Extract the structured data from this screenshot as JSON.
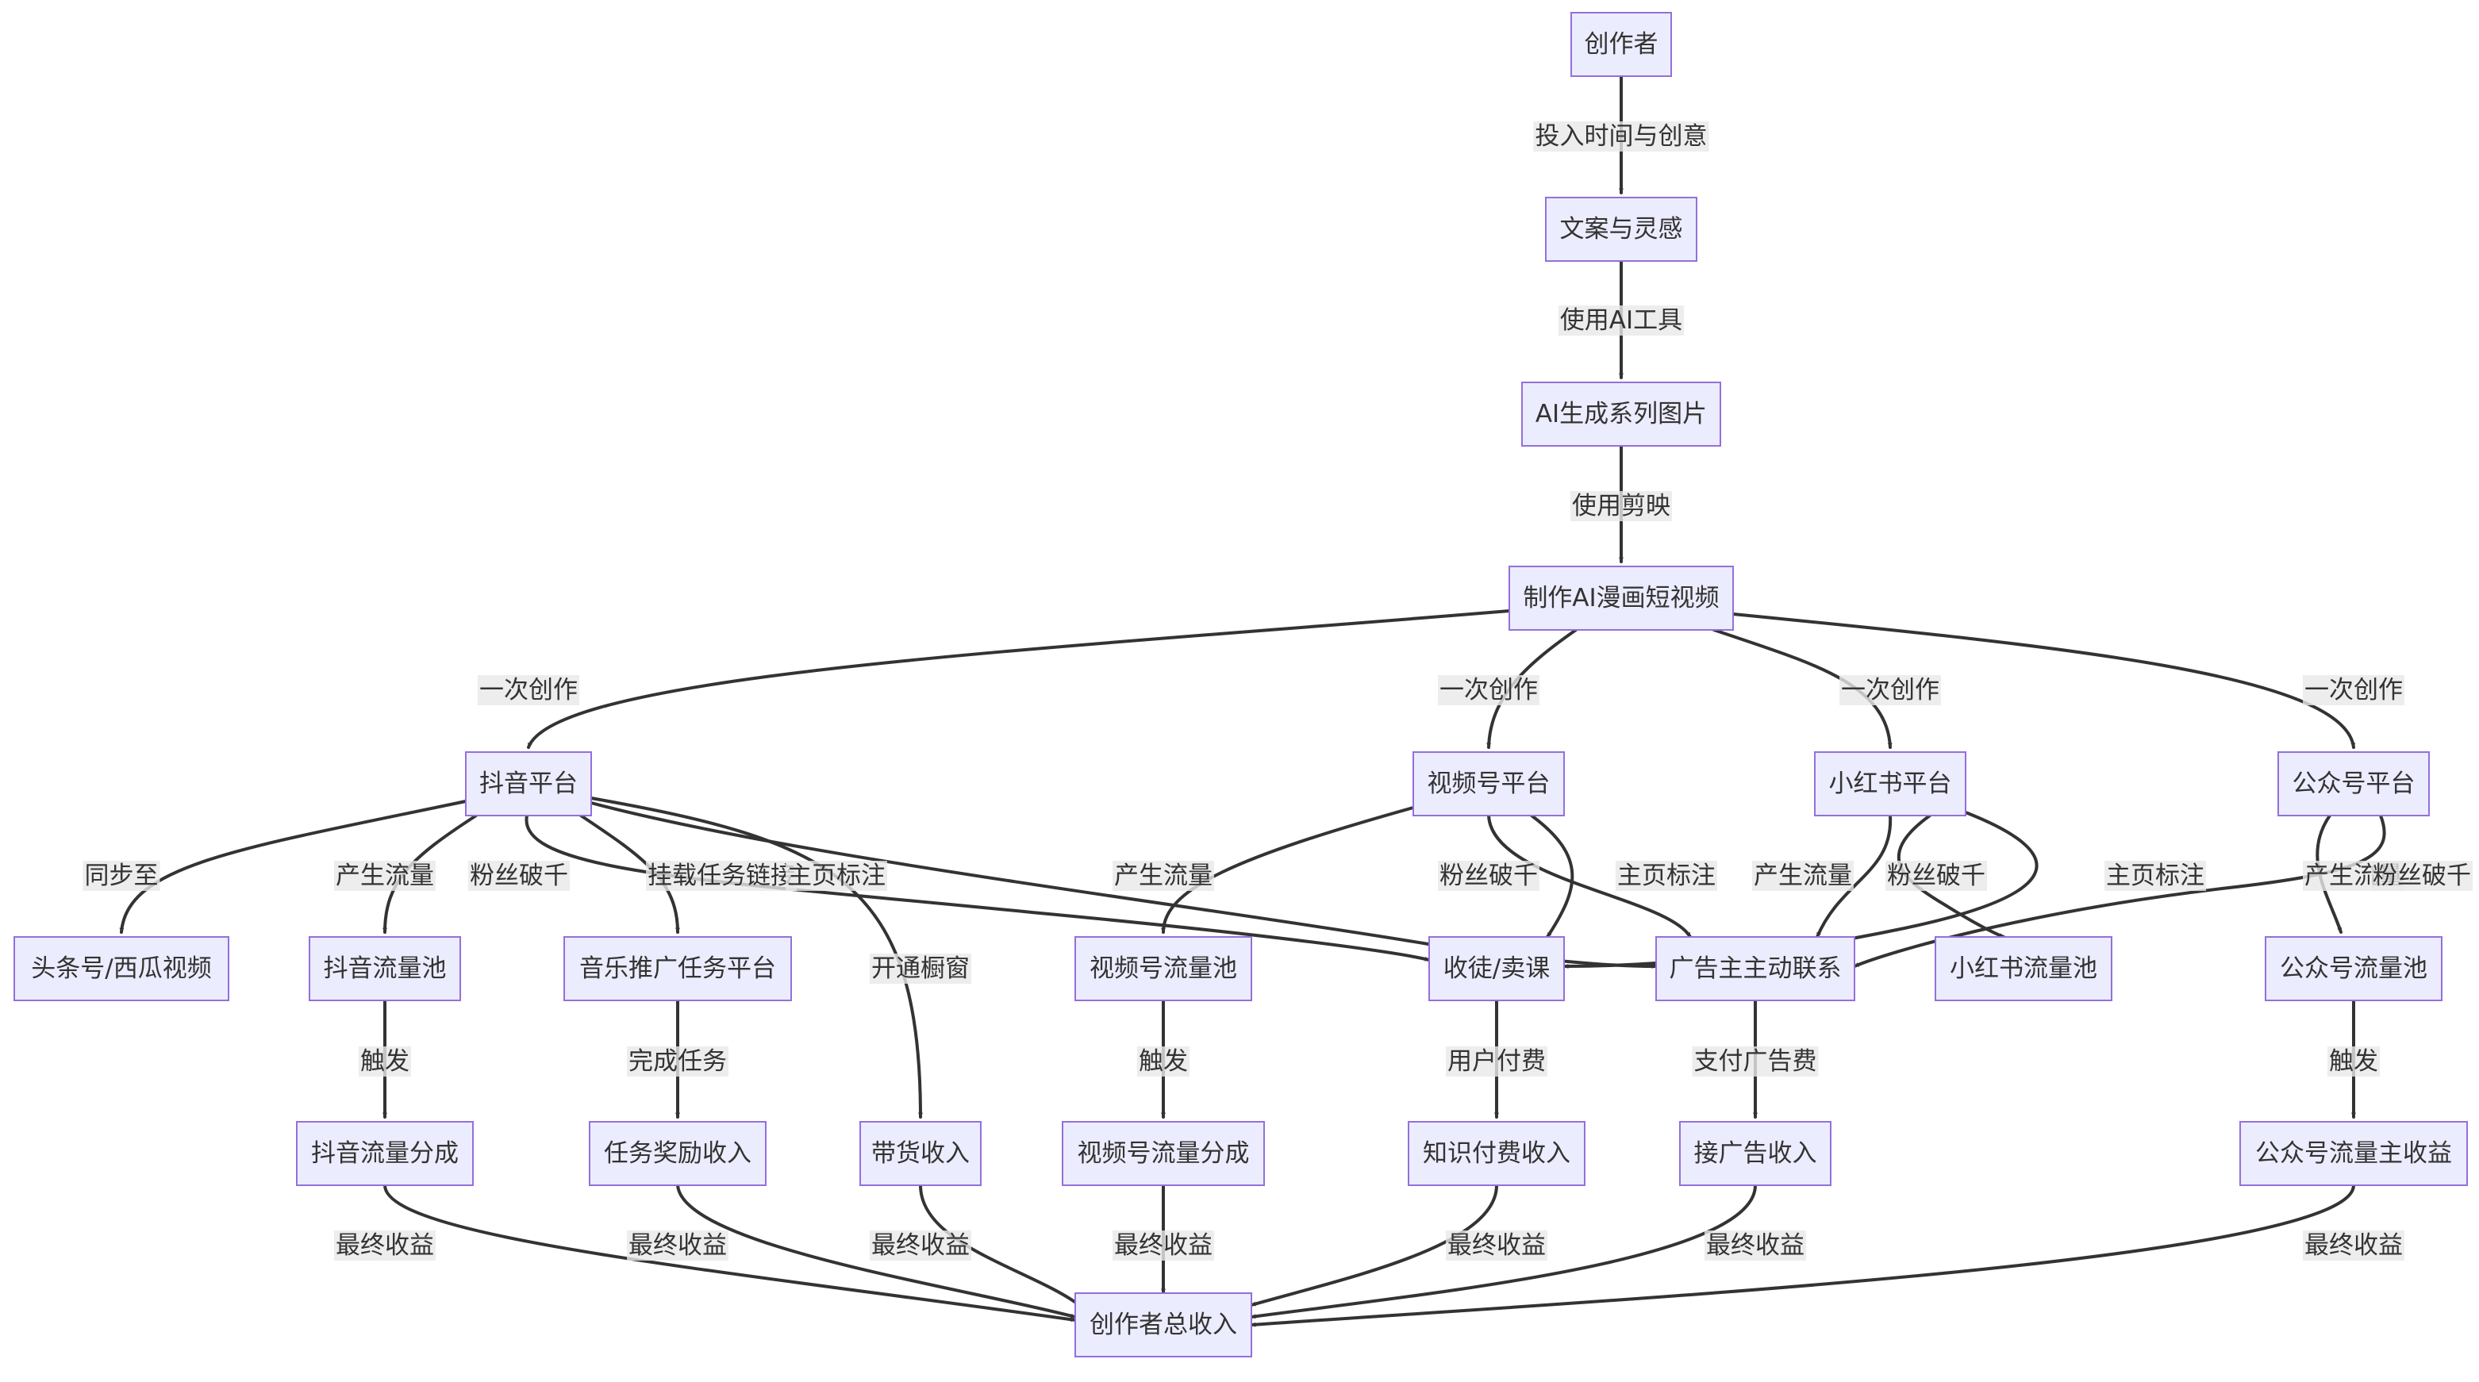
{
  "nodes": [
    {
      "id": "creator",
      "label": "创作者"
    },
    {
      "id": "copy",
      "label": "文案与灵感"
    },
    {
      "id": "aiimg",
      "label": "AI生成系列图片"
    },
    {
      "id": "video",
      "label": "制作AI漫画短视频"
    },
    {
      "id": "douyin",
      "label": "抖音平台"
    },
    {
      "id": "shipin",
      "label": "视频号平台"
    },
    {
      "id": "xhs",
      "label": "小红书平台"
    },
    {
      "id": "gzh",
      "label": "公众号平台"
    },
    {
      "id": "toutiao",
      "label": "头条号/西瓜视频"
    },
    {
      "id": "dypool",
      "label": "抖音流量池"
    },
    {
      "id": "music",
      "label": "音乐推广任务平台"
    },
    {
      "id": "sppool",
      "label": "视频号流量池"
    },
    {
      "id": "apprentice",
      "label": "收徒/卖课"
    },
    {
      "id": "advertiser",
      "label": "广告主主动联系"
    },
    {
      "id": "xhspool",
      "label": "小红书流量池"
    },
    {
      "id": "gzhpool",
      "label": "公众号流量池"
    },
    {
      "id": "dyshare",
      "label": "抖音流量分成"
    },
    {
      "id": "taskreward",
      "label": "任务奖励收入"
    },
    {
      "id": "goods",
      "label": "带货收入"
    },
    {
      "id": "spshare",
      "label": "视频号流量分成"
    },
    {
      "id": "knowledge",
      "label": "知识付费收入"
    },
    {
      "id": "adincome",
      "label": "接广告收入"
    },
    {
      "id": "gzhincome",
      "label": "公众号流量主收益"
    },
    {
      "id": "total",
      "label": "创作者总收入"
    }
  ],
  "edges": [
    {
      "from": "creator",
      "to": "copy",
      "label": "投入时间与创意"
    },
    {
      "from": "copy",
      "to": "aiimg",
      "label": "使用AI工具"
    },
    {
      "from": "aiimg",
      "to": "video",
      "label": "使用剪映"
    },
    {
      "from": "video",
      "to": "douyin",
      "label": "一次创作"
    },
    {
      "from": "video",
      "to": "shipin",
      "label": "一次创作"
    },
    {
      "from": "video",
      "to": "xhs",
      "label": "一次创作"
    },
    {
      "from": "video",
      "to": "gzh",
      "label": "一次创作"
    },
    {
      "from": "douyin",
      "to": "toutiao",
      "label": "同步至"
    },
    {
      "from": "douyin",
      "to": "dypool",
      "label": "产生流量"
    },
    {
      "from": "douyin",
      "to": "apprentice",
      "label": "粉丝破千"
    },
    {
      "from": "douyin",
      "to": "music",
      "label": "挂载任务链接"
    },
    {
      "from": "douyin",
      "to": "advertiser",
      "label": "主页标注"
    },
    {
      "from": "douyin",
      "to": "goods",
      "label": "开通橱窗"
    },
    {
      "from": "shipin",
      "to": "sppool",
      "label": "产生流量"
    },
    {
      "from": "shipin",
      "to": "advertiser",
      "label": "粉丝破千"
    },
    {
      "from": "shipin",
      "to": "apprentice",
      "label": "主页标注"
    },
    {
      "from": "xhs",
      "to": "xhspool",
      "label": "产生流量"
    },
    {
      "from": "xhs",
      "to": "advertiser",
      "label": "粉丝破千"
    },
    {
      "from": "xhs",
      "to": "apprentice",
      "label": "主页标注"
    },
    {
      "from": "gzh",
      "to": "gzhpool",
      "label": "产生流量"
    },
    {
      "from": "gzh",
      "to": "advertiser",
      "label": "粉丝破千"
    },
    {
      "from": "dypool",
      "to": "dyshare",
      "label": "触发"
    },
    {
      "from": "music",
      "to": "taskreward",
      "label": "完成任务"
    },
    {
      "from": "sppool",
      "to": "spshare",
      "label": "触发"
    },
    {
      "from": "apprentice",
      "to": "knowledge",
      "label": "用户付费"
    },
    {
      "from": "advertiser",
      "to": "adincome",
      "label": "支付广告费"
    },
    {
      "from": "gzhpool",
      "to": "gzhincome",
      "label": "触发"
    },
    {
      "from": "dyshare",
      "to": "total",
      "label": "最终收益"
    },
    {
      "from": "taskreward",
      "to": "total",
      "label": "最终收益"
    },
    {
      "from": "goods",
      "to": "total",
      "label": "最终收益"
    },
    {
      "from": "spshare",
      "to": "total",
      "label": "最终收益"
    },
    {
      "from": "knowledge",
      "to": "total",
      "label": "最终收益"
    },
    {
      "from": "adincome",
      "to": "total",
      "label": "最终收益"
    },
    {
      "from": "gzhincome",
      "to": "total",
      "label": "最终收益"
    }
  ],
  "colors": {
    "node_fill": "#ECECFF",
    "node_stroke": "#9370DB",
    "edge_stroke": "#333333",
    "text": "#333333",
    "label_bg": "#e8e8e8"
  }
}
